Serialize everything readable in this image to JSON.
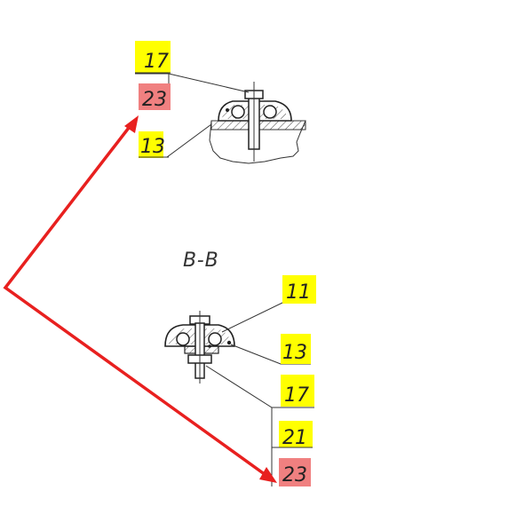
{
  "section_label": "B-B",
  "colors": {
    "highlight_yellow": "#ffff00",
    "highlight_red": "#f08080",
    "arrow_red": "#e8201f",
    "line": "#333333"
  },
  "top_view": {
    "callouts": [
      {
        "id": "c1",
        "text": "17",
        "highlight": "yellow"
      },
      {
        "id": "c2",
        "text": "23",
        "highlight": "red"
      },
      {
        "id": "c3",
        "text": "13",
        "highlight": "yellow"
      }
    ]
  },
  "bottom_view": {
    "callouts": [
      {
        "id": "c1",
        "text": "11",
        "highlight": "yellow"
      },
      {
        "id": "c2",
        "text": "13",
        "highlight": "yellow"
      },
      {
        "id": "c3",
        "text": "17",
        "highlight": "yellow"
      },
      {
        "id": "c4",
        "text": "21",
        "highlight": "yellow"
      },
      {
        "id": "c5",
        "text": "23",
        "highlight": "red"
      }
    ]
  },
  "annotation": {
    "arrow_icon": "red-arrow-icon",
    "points_to": [
      "top_view.callouts.1",
      "bottom_view.callouts.4"
    ]
  }
}
